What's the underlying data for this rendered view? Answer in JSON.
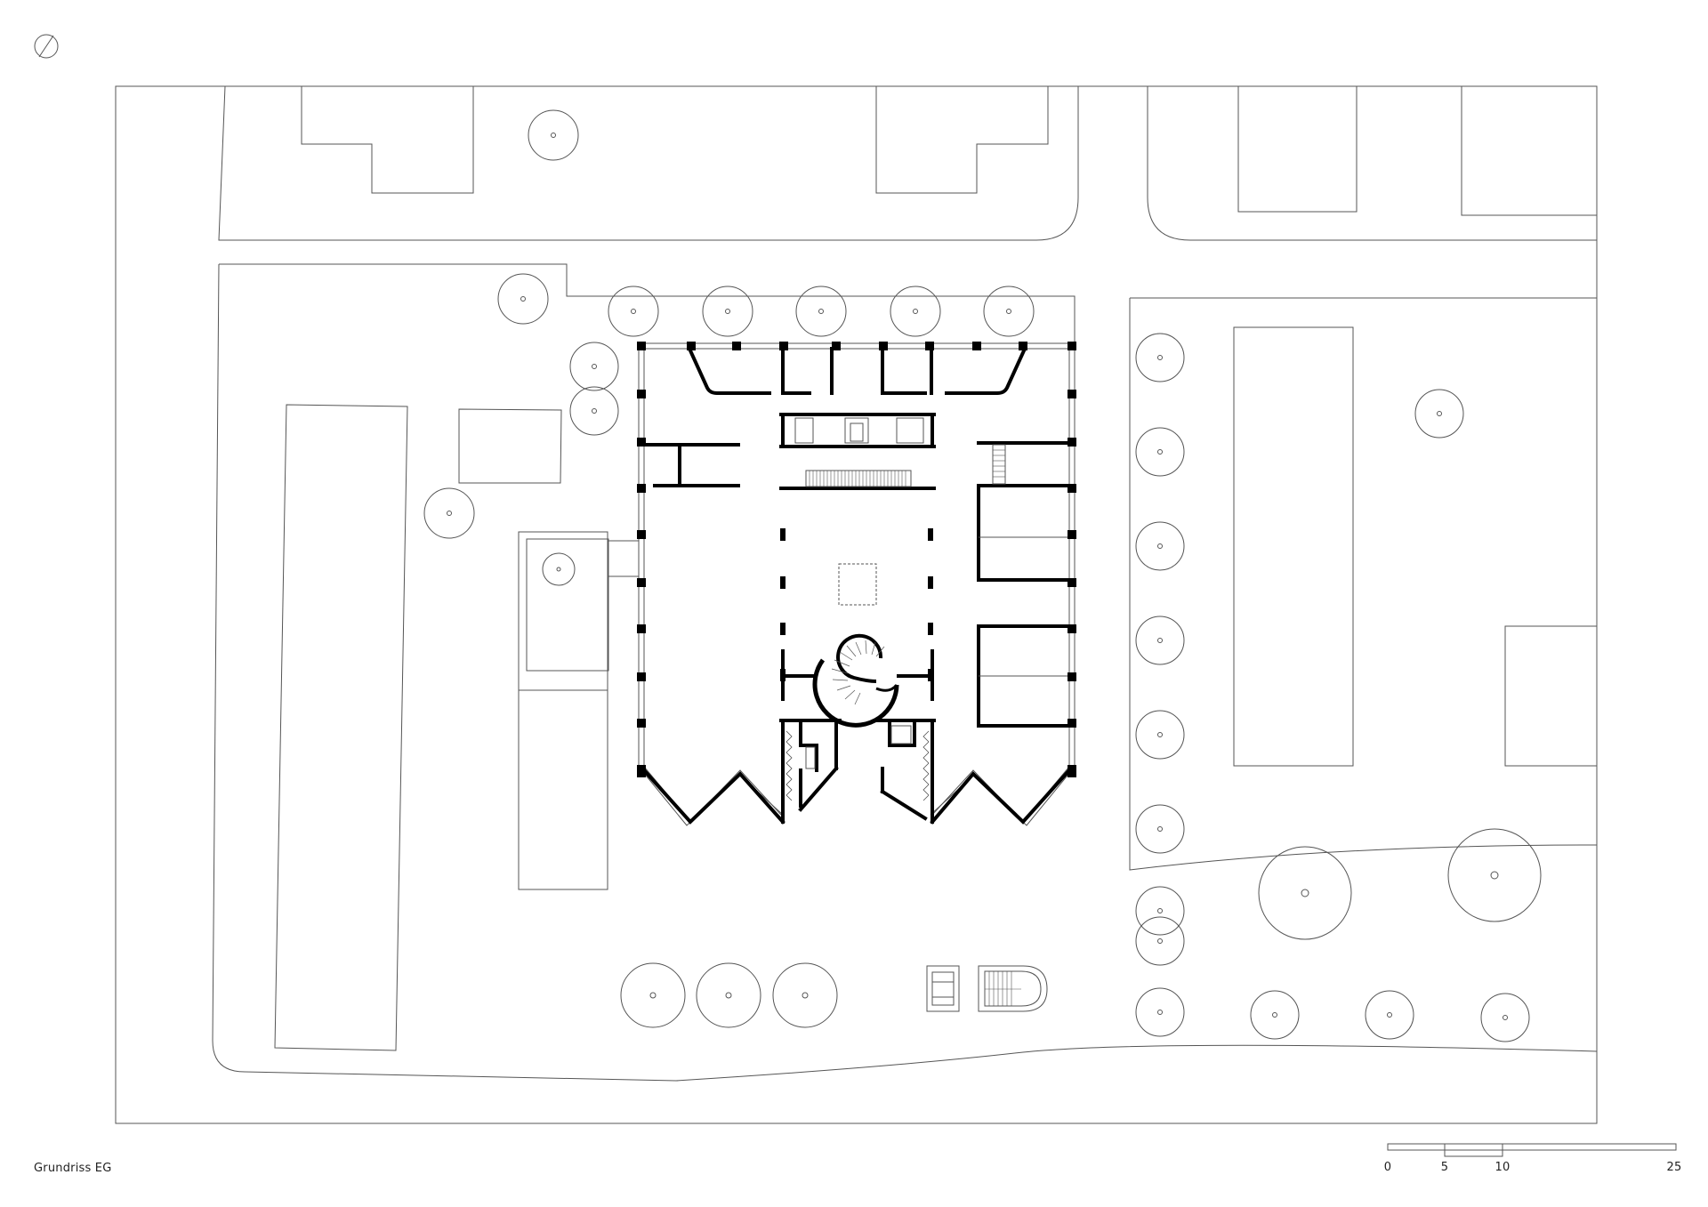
{
  "drawing": {
    "title": "Grundriss EG"
  },
  "north_arrow": {
    "icon": "north-arrow-icon"
  },
  "scale_bar": {
    "ticks": [
      "0",
      "5",
      "10",
      "25"
    ]
  },
  "colors": {
    "line": "#555555",
    "wall": "#000000",
    "background": "#ffffff"
  }
}
